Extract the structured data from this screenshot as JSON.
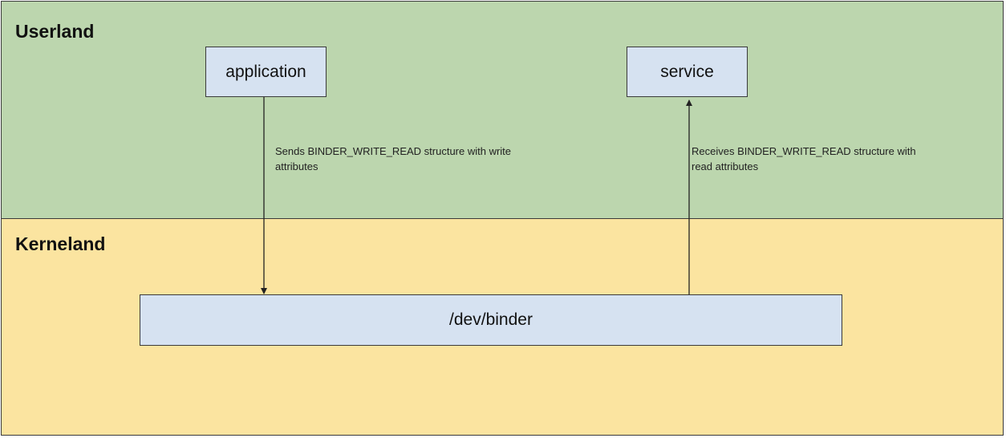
{
  "regions": {
    "userland": {
      "label": "Userland",
      "color": "#bcd6ae"
    },
    "kerneland": {
      "label": "Kerneland",
      "color": "#fbe4a0"
    }
  },
  "nodes": {
    "application": {
      "label": "application",
      "color": "#d6e2f1"
    },
    "service": {
      "label": "service",
      "color": "#d6e2f1"
    },
    "binder": {
      "label": "/dev/binder",
      "color": "#d6e2f1"
    }
  },
  "edges": {
    "write": {
      "line1": "Sends BINDER_WRITE_READ structure with write",
      "line2": "attributes"
    },
    "read": {
      "line1": "Receives BINDER_WRITE_READ structure with",
      "line2": "read attributes"
    }
  }
}
